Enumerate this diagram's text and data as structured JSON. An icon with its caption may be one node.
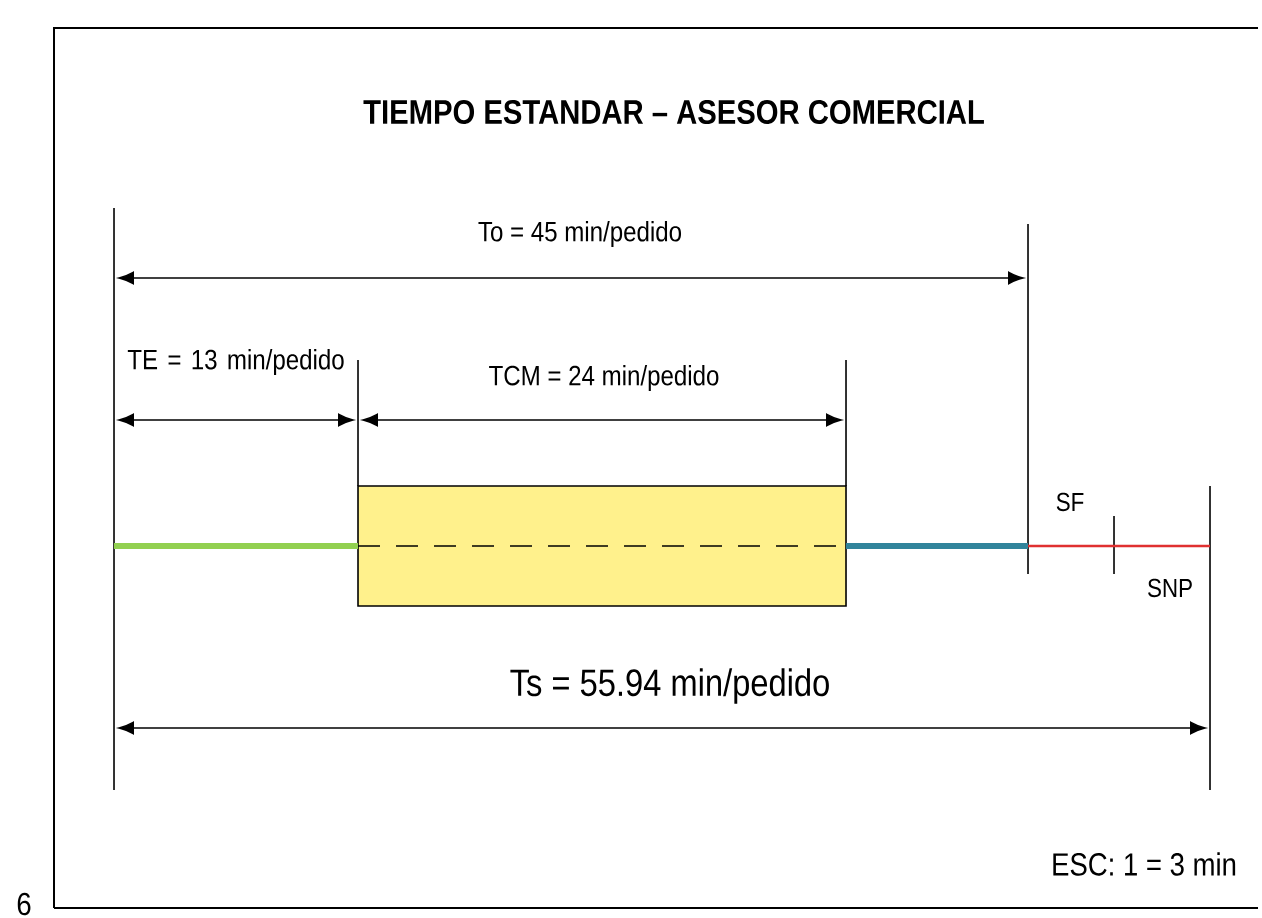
{
  "diagram": {
    "title": "TIEMPO ESTANDAR – ASESOR COMERCIAL",
    "labels": [
      "To = 45 min/pedido",
      "TE = 13 min/pedido",
      "TCM = 24 min/pedido",
      "SF",
      "SNP",
      "Ts = 55.94 min/pedido",
      "ESC: 1 = 3 min",
      "6"
    ]
  }
}
